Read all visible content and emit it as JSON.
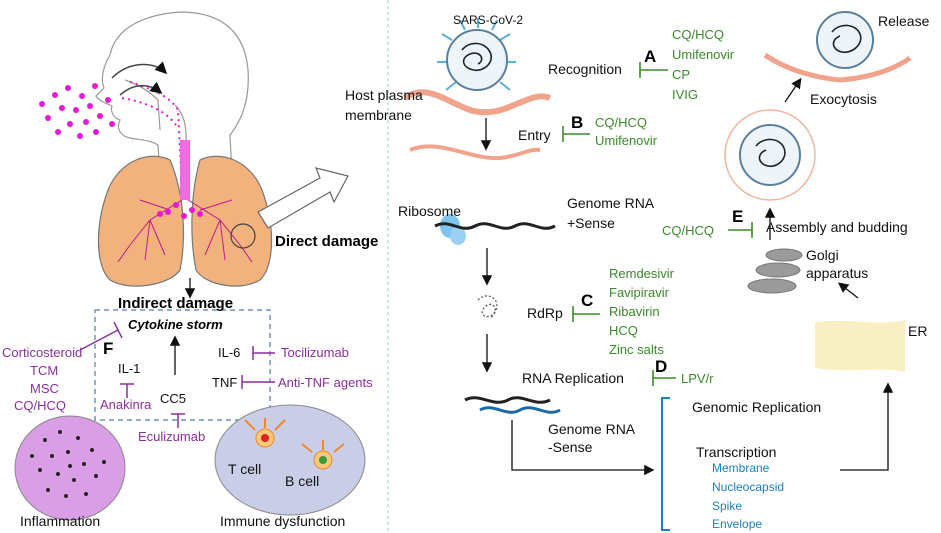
{
  "left": {
    "direct_damage": "Direct damage",
    "indirect_damage": "Indirect damage",
    "cytokine_storm": "Cytokine storm",
    "box_label": "F",
    "il1": "IL-1",
    "il6": "IL-6",
    "tnf": "TNF",
    "cc5": "CC5",
    "anakinra": "Anakinra",
    "eculizumab": "Eculizumab",
    "tocilizumab": "Tocilizumab",
    "anti_tnf": "Anti-TNF agents",
    "corticosteroid": "Corticosteroid",
    "tcm": "TCM",
    "msc": "MSC",
    "cqhcq": "CQ/HCQ",
    "inflammation": "Inflammation",
    "immune_dysfunction": "Immune dysfunction",
    "t_cell": "T cell",
    "b_cell": "B cell"
  },
  "right": {
    "virus": "SARS-CoV-2",
    "host_membrane_1": "Host plasma",
    "host_membrane_2": "membrane",
    "release": "Release",
    "exocytosis": "Exocytosis",
    "ribosome": "Ribosome",
    "genome_pos_1": "Genome RNA",
    "genome_pos_2": "+Sense",
    "rdrp": "RdRp",
    "rna_replication": "RNA Replication",
    "genome_neg_1": "Genome RNA",
    "genome_neg_2": "-Sense",
    "genomic_replication": "Genomic Replication",
    "transcription": "Transcription",
    "proteins": [
      "Membrane",
      "Nucleocapsid",
      "Spike",
      "Envelope"
    ],
    "er": "ER",
    "golgi_1": "Golgi",
    "golgi_2": "apparatus",
    "assembly": "Assembly and budding",
    "steps": {
      "A": {
        "label": "A",
        "name": "Recognition",
        "drugs": [
          "CQ/HCQ",
          "Umifenovir",
          "CP",
          "IVIG"
        ]
      },
      "B": {
        "label": "B",
        "name": "Entry",
        "drugs": [
          "CQ/HCQ",
          "Umifenovir"
        ]
      },
      "C": {
        "label": "C",
        "drugs": [
          "Remdesivir",
          "Favipiravir",
          "Ribavirin",
          "HCQ",
          "Zinc salts"
        ]
      },
      "D": {
        "label": "D",
        "drugs": [
          "LPV/r"
        ]
      },
      "E": {
        "label": "E",
        "drugs": [
          "CQ/HCQ"
        ]
      }
    }
  },
  "colors": {
    "drug_green": "#3a8a2a",
    "drug_purple": "#8a2f9e",
    "protein_blue": "#1a7fc1",
    "lung": "#f2b27e",
    "particles": "#e61ad6"
  }
}
